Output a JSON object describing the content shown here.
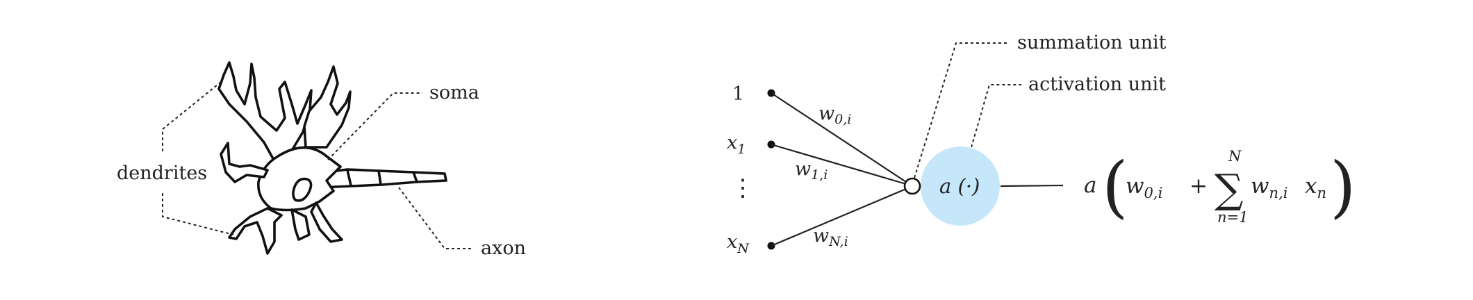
{
  "biological_neuron": {
    "labels": {
      "dendrites": "dendrites",
      "soma": "soma",
      "axon": "axon"
    }
  },
  "artificial_neuron": {
    "inputs": {
      "one": "1",
      "x1_base": "x",
      "x1_sub": "1",
      "vdots": "⋮",
      "xN_base": "x",
      "xN_sub": "N"
    },
    "weights": {
      "w0_base": "w",
      "w0_sub": "0,i",
      "w1_base": "w",
      "w1_sub": "1,i",
      "wN_base": "w",
      "wN_sub": "N,i"
    },
    "annotations": {
      "summation_unit": "summation unit",
      "activation_unit": "activation unit"
    },
    "activation_label": "a (·)",
    "activation_color": "#c6e6fa",
    "formula": {
      "a": "a",
      "lparen": "(",
      "w0": "w",
      "w0_sub": "0,i",
      "plus": "+",
      "sum": "∑",
      "sum_top": "N",
      "sum_bottom": "n=1",
      "wn": "w",
      "wn_sub": "n,i",
      "xn": "x",
      "xn_sub": "n",
      "rparen": ")"
    }
  }
}
